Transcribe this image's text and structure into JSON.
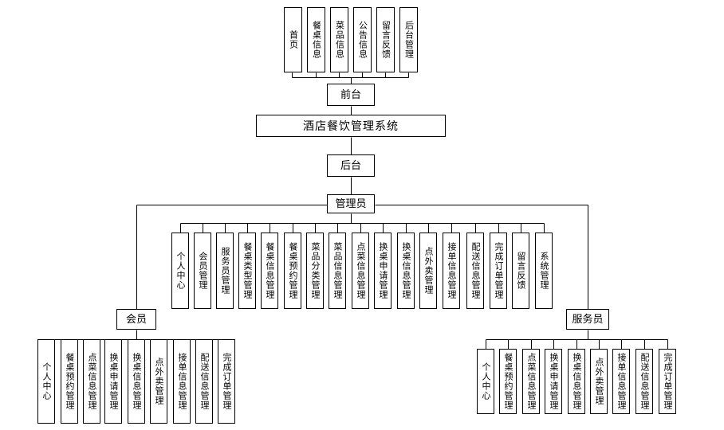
{
  "system": "酒店餐饮管理系统",
  "frontend": {
    "label": "前台",
    "items": [
      "首页",
      "餐桌信息",
      "菜品信息",
      "公告信息",
      "留言反馈",
      "后台管理"
    ]
  },
  "backend": {
    "label": "后台"
  },
  "admin": {
    "label": "管理员",
    "items": [
      "个人中心",
      "会员管理",
      "服务员管理",
      "餐桌类型管理",
      "餐桌信息管理",
      "餐桌预约管理",
      "菜品分类管理",
      "菜品信息管理",
      "点菜信息管理",
      "换桌申请管理",
      "换桌信息管理",
      "点外卖管理",
      "接单信息管理",
      "配送信息管理",
      "完成订单管理",
      "留言反馈",
      "系统管理"
    ]
  },
  "member": {
    "label": "会员",
    "items": [
      "个人中心",
      "餐桌预约管理",
      "点菜信息管理",
      "换桌申请管理",
      "换桌信息管理",
      "点外卖管理",
      "接单信息管理",
      "配送信息管理",
      "完成订单管理"
    ]
  },
  "waiter": {
    "label": "服务员",
    "items": [
      "个人中心",
      "餐桌预约管理",
      "点菜信息管理",
      "换桌申请管理",
      "换桌信息管理",
      "点外卖管理",
      "接单信息管理",
      "配送信息管理",
      "完成订单管理"
    ]
  }
}
